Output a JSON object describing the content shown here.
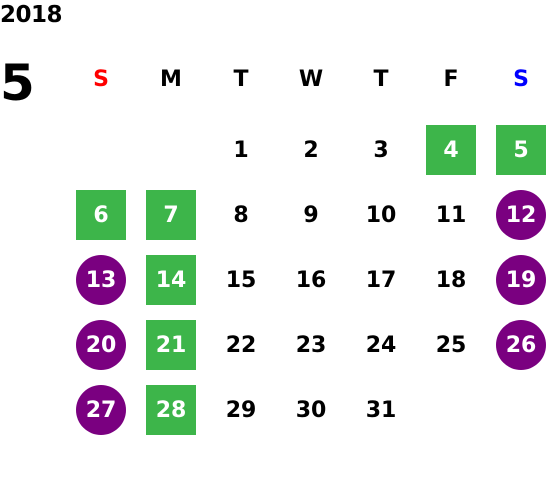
{
  "calendar": {
    "year": "2018",
    "month": "5",
    "weekdays": [
      {
        "label": "S",
        "color": "#ff0000"
      },
      {
        "label": "M",
        "color": "#000000"
      },
      {
        "label": "T",
        "color": "#000000"
      },
      {
        "label": "W",
        "color": "#000000"
      },
      {
        "label": "T",
        "color": "#000000"
      },
      {
        "label": "F",
        "color": "#000000"
      },
      {
        "label": "S",
        "color": "#0000ff"
      }
    ],
    "first_weekday_index": 2,
    "days": [
      {
        "day": "1",
        "mark": "none"
      },
      {
        "day": "2",
        "mark": "none"
      },
      {
        "day": "3",
        "mark": "none"
      },
      {
        "day": "4",
        "mark": "green-square"
      },
      {
        "day": "5",
        "mark": "green-square"
      },
      {
        "day": "6",
        "mark": "green-square"
      },
      {
        "day": "7",
        "mark": "green-square"
      },
      {
        "day": "8",
        "mark": "none"
      },
      {
        "day": "9",
        "mark": "none"
      },
      {
        "day": "10",
        "mark": "none"
      },
      {
        "day": "11",
        "mark": "none"
      },
      {
        "day": "12",
        "mark": "purple-circle"
      },
      {
        "day": "13",
        "mark": "purple-circle"
      },
      {
        "day": "14",
        "mark": "green-square"
      },
      {
        "day": "15",
        "mark": "none"
      },
      {
        "day": "16",
        "mark": "none"
      },
      {
        "day": "17",
        "mark": "none"
      },
      {
        "day": "18",
        "mark": "none"
      },
      {
        "day": "19",
        "mark": "purple-circle"
      },
      {
        "day": "20",
        "mark": "purple-circle"
      },
      {
        "day": "21",
        "mark": "green-square"
      },
      {
        "day": "22",
        "mark": "none"
      },
      {
        "day": "23",
        "mark": "none"
      },
      {
        "day": "24",
        "mark": "none"
      },
      {
        "day": "25",
        "mark": "none"
      },
      {
        "day": "26",
        "mark": "purple-circle"
      },
      {
        "day": "27",
        "mark": "purple-circle"
      },
      {
        "day": "28",
        "mark": "green-square"
      },
      {
        "day": "29",
        "mark": "none"
      },
      {
        "day": "30",
        "mark": "none"
      },
      {
        "day": "31",
        "mark": "none"
      }
    ],
    "colors": {
      "green": "#3db54a",
      "purple": "#7a0080"
    }
  }
}
